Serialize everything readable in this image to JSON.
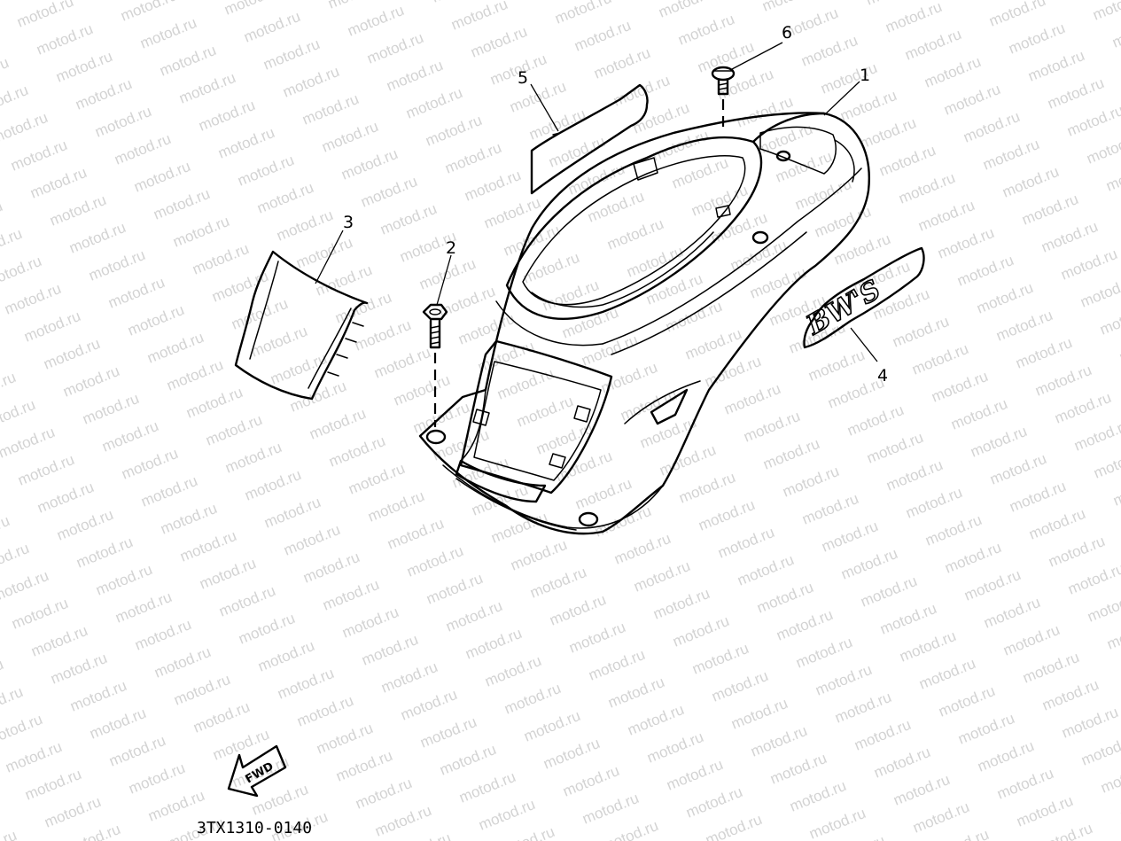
{
  "watermark": {
    "text": "motod.ru",
    "color": "#d3d3d3"
  },
  "callouts": {
    "part1": "1",
    "part2": "2",
    "part3": "3",
    "part4": "4",
    "part5": "5",
    "part6": "6"
  },
  "decal_text": "BW'S",
  "fwd_text": "FWD",
  "diagram_code": "3TX1310-0140"
}
